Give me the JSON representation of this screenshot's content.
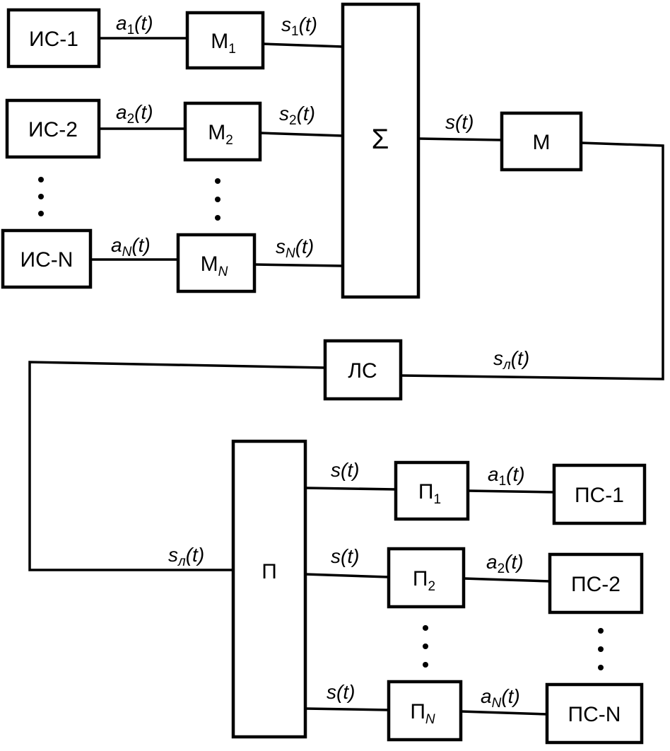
{
  "transmitter": {
    "sources": [
      "ИС-1",
      "ИС-2",
      "ИС-N"
    ],
    "modulators": [
      {
        "main": "М",
        "sub": "1"
      },
      {
        "main": "М",
        "sub": "2"
      },
      {
        "main": "М",
        "sub": "N"
      }
    ],
    "inputs": [
      {
        "main": "a",
        "sub": "1",
        "arg": "(t)"
      },
      {
        "main": "a",
        "sub": "2",
        "arg": "(t)"
      },
      {
        "main": "a",
        "sub": "N",
        "arg": "(t)"
      }
    ],
    "modulated": [
      {
        "main": "s",
        "sub": "1",
        "arg": "(t)"
      },
      {
        "main": "s",
        "sub": "2",
        "arg": "(t)"
      },
      {
        "main": "s",
        "sub": "N",
        "arg": "(t)"
      }
    ],
    "sum_block": "Σ",
    "sum_out": "s(t)",
    "group_mod": "М"
  },
  "channel": {
    "block": "ЛС",
    "line_in": {
      "main": "s",
      "sub": "л",
      "arg": "(t)"
    },
    "line_out": {
      "main": "s",
      "sub": "л",
      "arg": "(t)"
    }
  },
  "receiver": {
    "group_rx": "П",
    "branch_signal": "s(t)",
    "demods": [
      {
        "main": "П",
        "sub": "1"
      },
      {
        "main": "П",
        "sub": "2"
      },
      {
        "main": "П",
        "sub": "N"
      }
    ],
    "outputs": [
      {
        "main": "a",
        "sub": "1",
        "arg": "(t)"
      },
      {
        "main": "a",
        "sub": "2",
        "arg": "(t)"
      },
      {
        "main": "a",
        "sub": "N",
        "arg": "(t)"
      }
    ],
    "sinks": [
      "ПС-1",
      "ПС-2",
      "ПС-N"
    ]
  }
}
